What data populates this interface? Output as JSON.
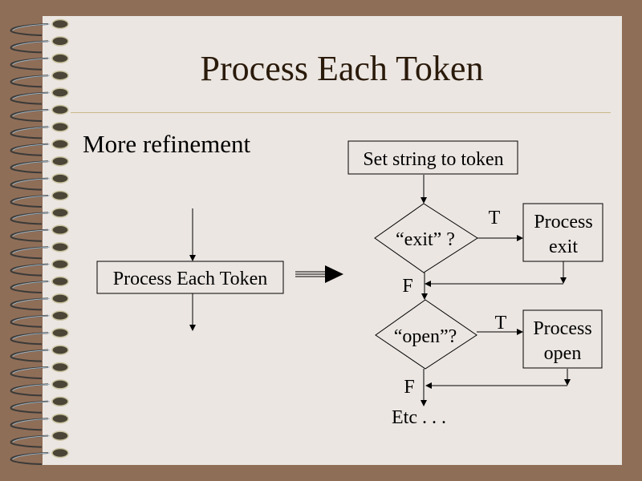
{
  "slide": {
    "title": "Process Each Token",
    "subtitle": "More refinement"
  },
  "diagram": {
    "left_block": {
      "label": "Process Each Token"
    },
    "refines_arrow": "double-arrow-right",
    "flowchart": {
      "start_box": "Set string to token",
      "decisions": [
        {
          "label": "“exit” ?",
          "true_label": "T",
          "false_label": "F",
          "action": [
            "Process",
            "exit"
          ]
        },
        {
          "label": "“open”?",
          "true_label": "T",
          "false_label": "F",
          "action": [
            "Process",
            "open"
          ]
        }
      ],
      "continuation": "Etc . . ."
    }
  },
  "theme": {
    "background": "#8f6e58",
    "page": "#ebe6e2",
    "title_color": "#2a1a0a",
    "divider_color": "#cbb98c"
  }
}
